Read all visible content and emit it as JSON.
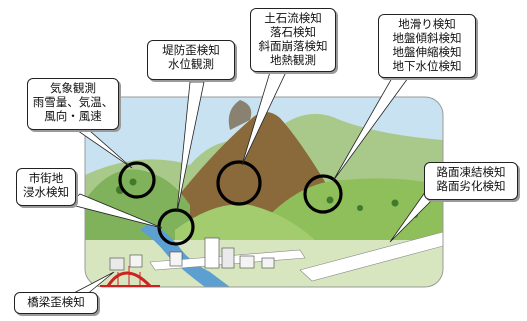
{
  "callouts": {
    "weather": {
      "lines": [
        "気象観測",
        "雨雪量、気温、",
        "風向・風速"
      ]
    },
    "embankment": {
      "lines": [
        "堤防歪検知",
        "水位観測"
      ]
    },
    "landslide_debris": {
      "lines": [
        "土石流検知",
        "落石検知",
        "斜面崩落検知",
        "地熱観測"
      ]
    },
    "ground": {
      "lines": [
        "地滑り検知",
        "地盤傾斜検知",
        "地盤伸縮検知",
        "地下水位検知"
      ]
    },
    "urban": {
      "lines": [
        "市街地",
        "浸水検知"
      ]
    },
    "road": {
      "lines": [
        "路面凍結検知",
        "路面劣化検知"
      ]
    },
    "bridge": {
      "lines": [
        "橋梁歪検知"
      ]
    }
  },
  "colors": {
    "sky": "#c9e2f1",
    "mountain_green": "#8fbf5a",
    "mountain_brown": "#8a6a3a",
    "river": "#5c9fd0",
    "road": "#ffffff",
    "bridge": "#cc2222",
    "circle": "#000000"
  }
}
